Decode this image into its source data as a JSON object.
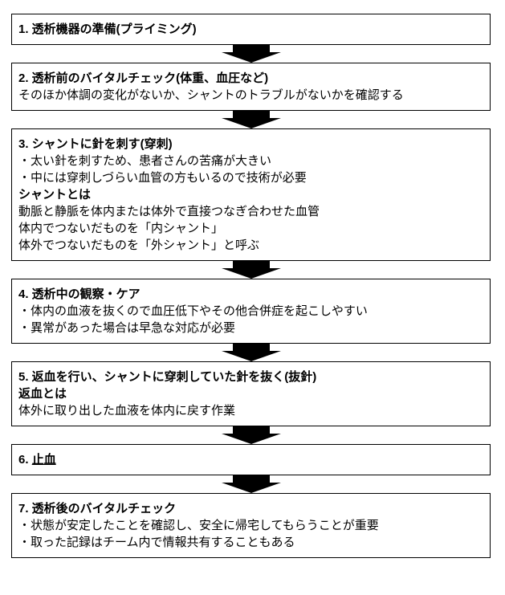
{
  "diagram": {
    "type": "vertical-flowchart",
    "background_color": "#ffffff",
    "box_border_color": "#000000",
    "text_color": "#000000",
    "arrow": {
      "icon": "down-block-arrow",
      "color": "#000000",
      "count": 6
    }
  },
  "steps": [
    {
      "lines": [
        [
          {
            "text": "1. 透析機器の準備(プライミング)",
            "bold": true
          }
        ]
      ]
    },
    {
      "lines": [
        [
          {
            "text": "2. 透析前のバイタルチェック(体重、血圧など)",
            "bold": true
          }
        ],
        [
          {
            "text": "そのほか体調の変化がないか、シャントのトラブルがないかを確認する"
          }
        ]
      ]
    },
    {
      "lines": [
        [
          {
            "text": "3. シャントに針を刺す(穿刺)",
            "bold": true
          }
        ],
        [
          {
            "text": "・太い針を刺すため、患者さんの苦痛が大きい"
          }
        ],
        [
          {
            "text": "・中には穿刺しづらい血管の方もいるので技術が必要"
          }
        ],
        [
          {
            "text": "シャントとは",
            "bold": true
          }
        ],
        [
          {
            "text": "動脈と静脈を体内または体外で直接つなぎ合わせた血管"
          }
        ],
        [
          {
            "text": "体内でつないだものを「内シャント」"
          }
        ],
        [
          {
            "text": "体外でつないだものを「外シャント」と呼ぶ"
          }
        ]
      ]
    },
    {
      "lines": [
        [
          {
            "text": "4. 透析中の観察・ケア",
            "bold": true
          }
        ],
        [
          {
            "text": "・体内の血液を抜くので血圧低下やその他合併症を起こしやすい"
          }
        ],
        [
          {
            "text": "・異常があった場合は早急な対応が必要"
          }
        ]
      ]
    },
    {
      "lines": [
        [
          {
            "text": "5. 返血を行い、シャントに穿刺していた針を抜く(抜針)",
            "bold": true
          }
        ],
        [
          {
            "text": "返血とは",
            "bold": true
          }
        ],
        [
          {
            "text": "体外に取り出した血液を体内に戻す作業"
          }
        ]
      ]
    },
    {
      "lines": [
        [
          {
            "text": "6. ",
            "bold": true
          },
          {
            "text": "止血",
            "bold": true,
            "underline": true
          }
        ]
      ]
    },
    {
      "lines": [
        [
          {
            "text": "7. 透析後のバイタルチェック",
            "bold": true
          }
        ],
        [
          {
            "text": "・状態が安定したことを確認し、安全に帰宅してもらうことが重要"
          }
        ],
        [
          {
            "text": "・取った記録はチーム内で情報共有することもある"
          }
        ]
      ]
    }
  ]
}
